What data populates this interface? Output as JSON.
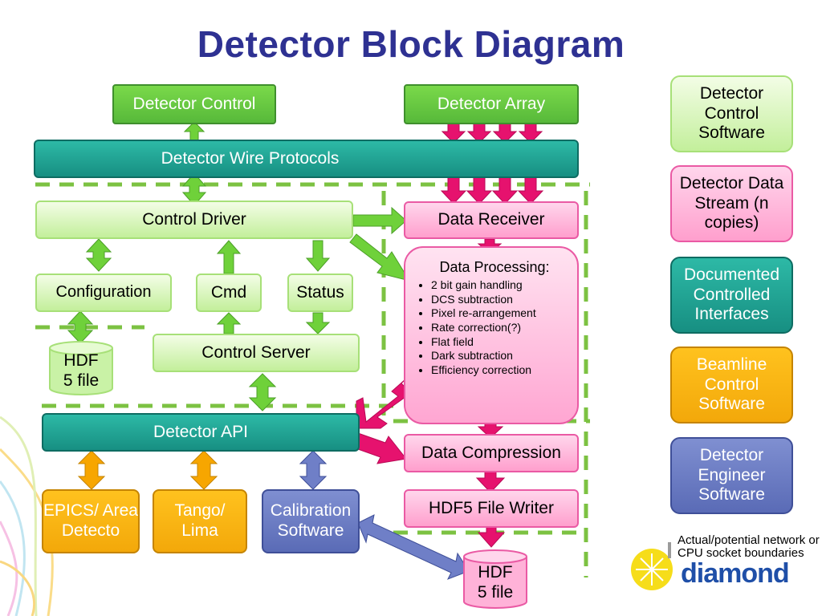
{
  "title": "Detector Block Diagram",
  "boxes": {
    "detector_control": "Detector Control",
    "detector_array": "Detector Array",
    "wire_protocols": "Detector Wire Protocols",
    "control_driver": "Control Driver",
    "data_receiver": "Data Receiver",
    "configuration": "Configuration",
    "cmd": "Cmd",
    "status": "Status",
    "control_server": "Control Server",
    "hdf5_file_left": "HDF 5 file",
    "detector_api": "Detector API",
    "epics": "EPICS/ Area Detecto",
    "tango": "Tango/ Lima",
    "calibration": "Calibration Software",
    "data_compression": "Data Compression",
    "hdf5_writer": "HDF5 File Writer",
    "hdf5_file_bottom": "HDF 5 file"
  },
  "processing": {
    "title": "Data Processing:",
    "items": [
      "2 bit gain handling",
      "DCS subtraction",
      "Pixel re-arrangement",
      "Rate correction(?)",
      "Flat field",
      "Dark subtraction",
      "Efficiency correction"
    ]
  },
  "legend": [
    {
      "label": "Detector Control Software",
      "style": "lightgreen"
    },
    {
      "label": "Detector Data Stream (n copies)",
      "style": "pink"
    },
    {
      "label": "Documented Controlled Interfaces",
      "style": "teal"
    },
    {
      "label": "Beamline Control Software",
      "style": "orange"
    },
    {
      "label": "Detector Engineer Software",
      "style": "blue"
    }
  ],
  "boundary_note": "Actual/potential network or CPU socket boundaries",
  "logo": "diamond",
  "colors": {
    "title": "#2e3192",
    "green_arrow": "#6fd13a",
    "pink_arrow": "#e6126e",
    "orange_arrow": "#f7a600",
    "blue_arrow": "#6f7fc7",
    "boundary_dash": "#7cc242"
  }
}
